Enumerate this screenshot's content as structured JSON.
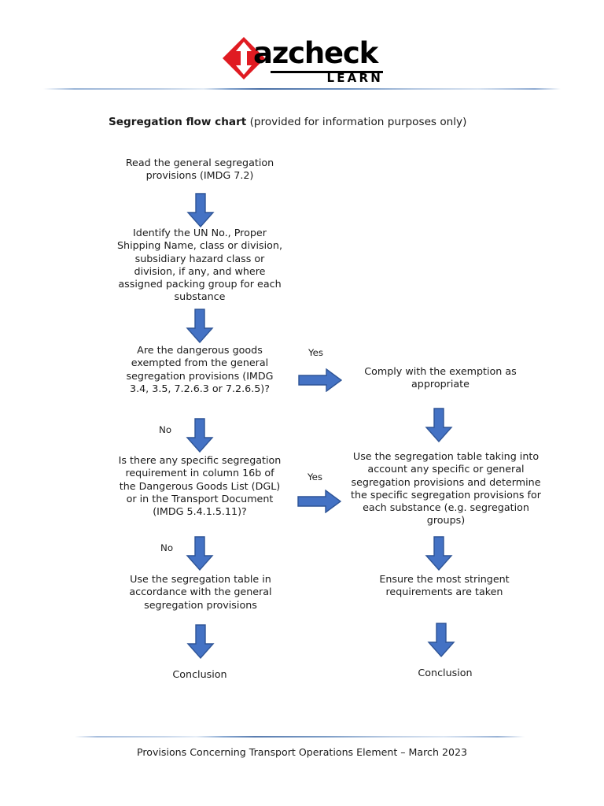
{
  "header": {
    "logo": {
      "mark_name": "hazcheck-diamond-logo",
      "wordmark": "azcheck",
      "wordmark_initial": "H",
      "subtitle": "LEARN",
      "mark_color": "#E01B22",
      "text_color": "#000000"
    }
  },
  "title": {
    "bold_part": "Segregation flow chart",
    "rest_part": " (provided for information purposes only)"
  },
  "theme": {
    "arrow_fill": "#4472C4",
    "arrow_stroke": "#2E5496",
    "rule_color": "#5A7DB0"
  },
  "chart_data": {
    "type": "diagram",
    "title": "Segregation flow chart",
    "orientation": "top-to-bottom",
    "nodes": [
      {
        "id": "n1",
        "column": "left",
        "text": "Read the general segregation provisions (IMDG 7.2)"
      },
      {
        "id": "n2",
        "column": "left",
        "text": "Identify the UN No., Proper Shipping Name, class or division, subsidiary hazard class or division, if any, and where assigned packing group for each substance"
      },
      {
        "id": "n3",
        "column": "left",
        "text": "Are the dangerous goods exempted from the general segregation provisions (IMDG 3.4, 3.5, 7.2.6.3 or 7.2.6.5)?"
      },
      {
        "id": "n4",
        "column": "right",
        "text": "Comply with the exemption as appropriate"
      },
      {
        "id": "n5",
        "column": "left",
        "text": "Is there any specific segregation requirement in column 16b of the Dangerous Goods List (DGL) or in the Transport Document (IMDG 5.4.1.5.11)?"
      },
      {
        "id": "n6",
        "column": "right",
        "text": "Use the segregation table taking into account any specific or general segregation provisions and determine the specific segregation provisions for each substance (e.g. segregation groups)"
      },
      {
        "id": "n7",
        "column": "left",
        "text": "Use the segregation table in accordance with the general segregation provisions"
      },
      {
        "id": "n8",
        "column": "right",
        "text": "Ensure the most stringent requirements are taken"
      },
      {
        "id": "n9",
        "column": "left",
        "text": "Conclusion"
      },
      {
        "id": "n10",
        "column": "right",
        "text": "Conclusion"
      }
    ],
    "edges": [
      {
        "from": "n1",
        "to": "n2",
        "label": "",
        "direction": "down"
      },
      {
        "from": "n2",
        "to": "n3",
        "label": "",
        "direction": "down"
      },
      {
        "from": "n3",
        "to": "n4",
        "label": "Yes",
        "direction": "right"
      },
      {
        "from": "n3",
        "to": "n5",
        "label": "No",
        "direction": "down"
      },
      {
        "from": "n4",
        "to": "n6",
        "label": "",
        "direction": "down"
      },
      {
        "from": "n5",
        "to": "n6",
        "label": "Yes",
        "direction": "right"
      },
      {
        "from": "n5",
        "to": "n7",
        "label": "No",
        "direction": "down"
      },
      {
        "from": "n6",
        "to": "n8",
        "label": "",
        "direction": "down"
      },
      {
        "from": "n7",
        "to": "n9",
        "label": "",
        "direction": "down"
      },
      {
        "from": "n8",
        "to": "n10",
        "label": "",
        "direction": "down"
      }
    ],
    "edge_labels": {
      "yes_1": "Yes",
      "no_1": "No",
      "yes_2": "Yes",
      "no_2": "No"
    }
  },
  "footer": {
    "text": "Provisions Concerning Transport Operations Element – March 2023"
  }
}
